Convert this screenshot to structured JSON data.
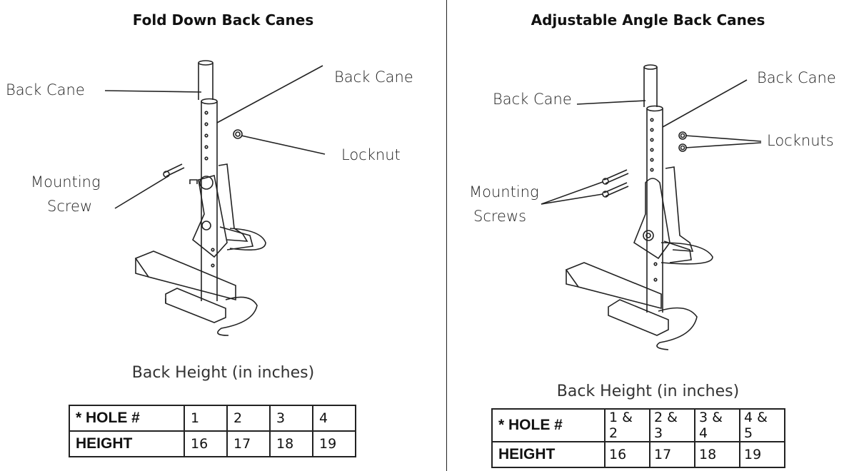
{
  "left": {
    "title": "Fold Down Back Canes",
    "labels": {
      "back_cane_left": "Back Cane",
      "back_cane_right": "Back Cane",
      "locknut": "Locknut",
      "mounting_line1": "Mounting",
      "mounting_line2": "Screw"
    },
    "subtitle": "Back Height (in inches)",
    "table": {
      "hole_label": "* HOLE #",
      "height_label": "HEIGHT",
      "holes": [
        "1",
        "2",
        "3",
        "4"
      ],
      "heights": [
        "16",
        "17",
        "18",
        "19"
      ]
    }
  },
  "right": {
    "title": "Adjustable Angle Back Canes",
    "labels": {
      "back_cane_left": "Back Cane",
      "back_cane_right": "Back Cane",
      "locknuts": "Locknuts",
      "mounting_line1": "Mounting",
      "mounting_line2": "Screws"
    },
    "subtitle": "Back Height (in inches)",
    "table": {
      "hole_label": "* HOLE #",
      "height_label": "HEIGHT",
      "holes": [
        "1 & 2",
        "2 & 3",
        "3 & 4",
        "4 & 5"
      ],
      "heights": [
        "16",
        "17",
        "18",
        "19"
      ]
    }
  }
}
